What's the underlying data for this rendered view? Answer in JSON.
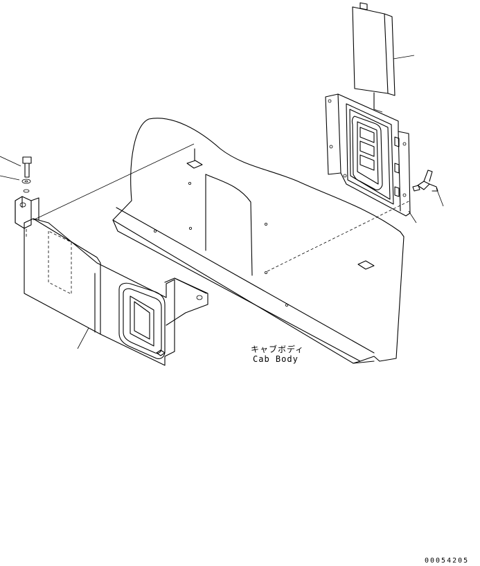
{
  "caption": {
    "japanese": "キャブボディ",
    "english": "Cab Body"
  },
  "drawing_number": "00054205"
}
